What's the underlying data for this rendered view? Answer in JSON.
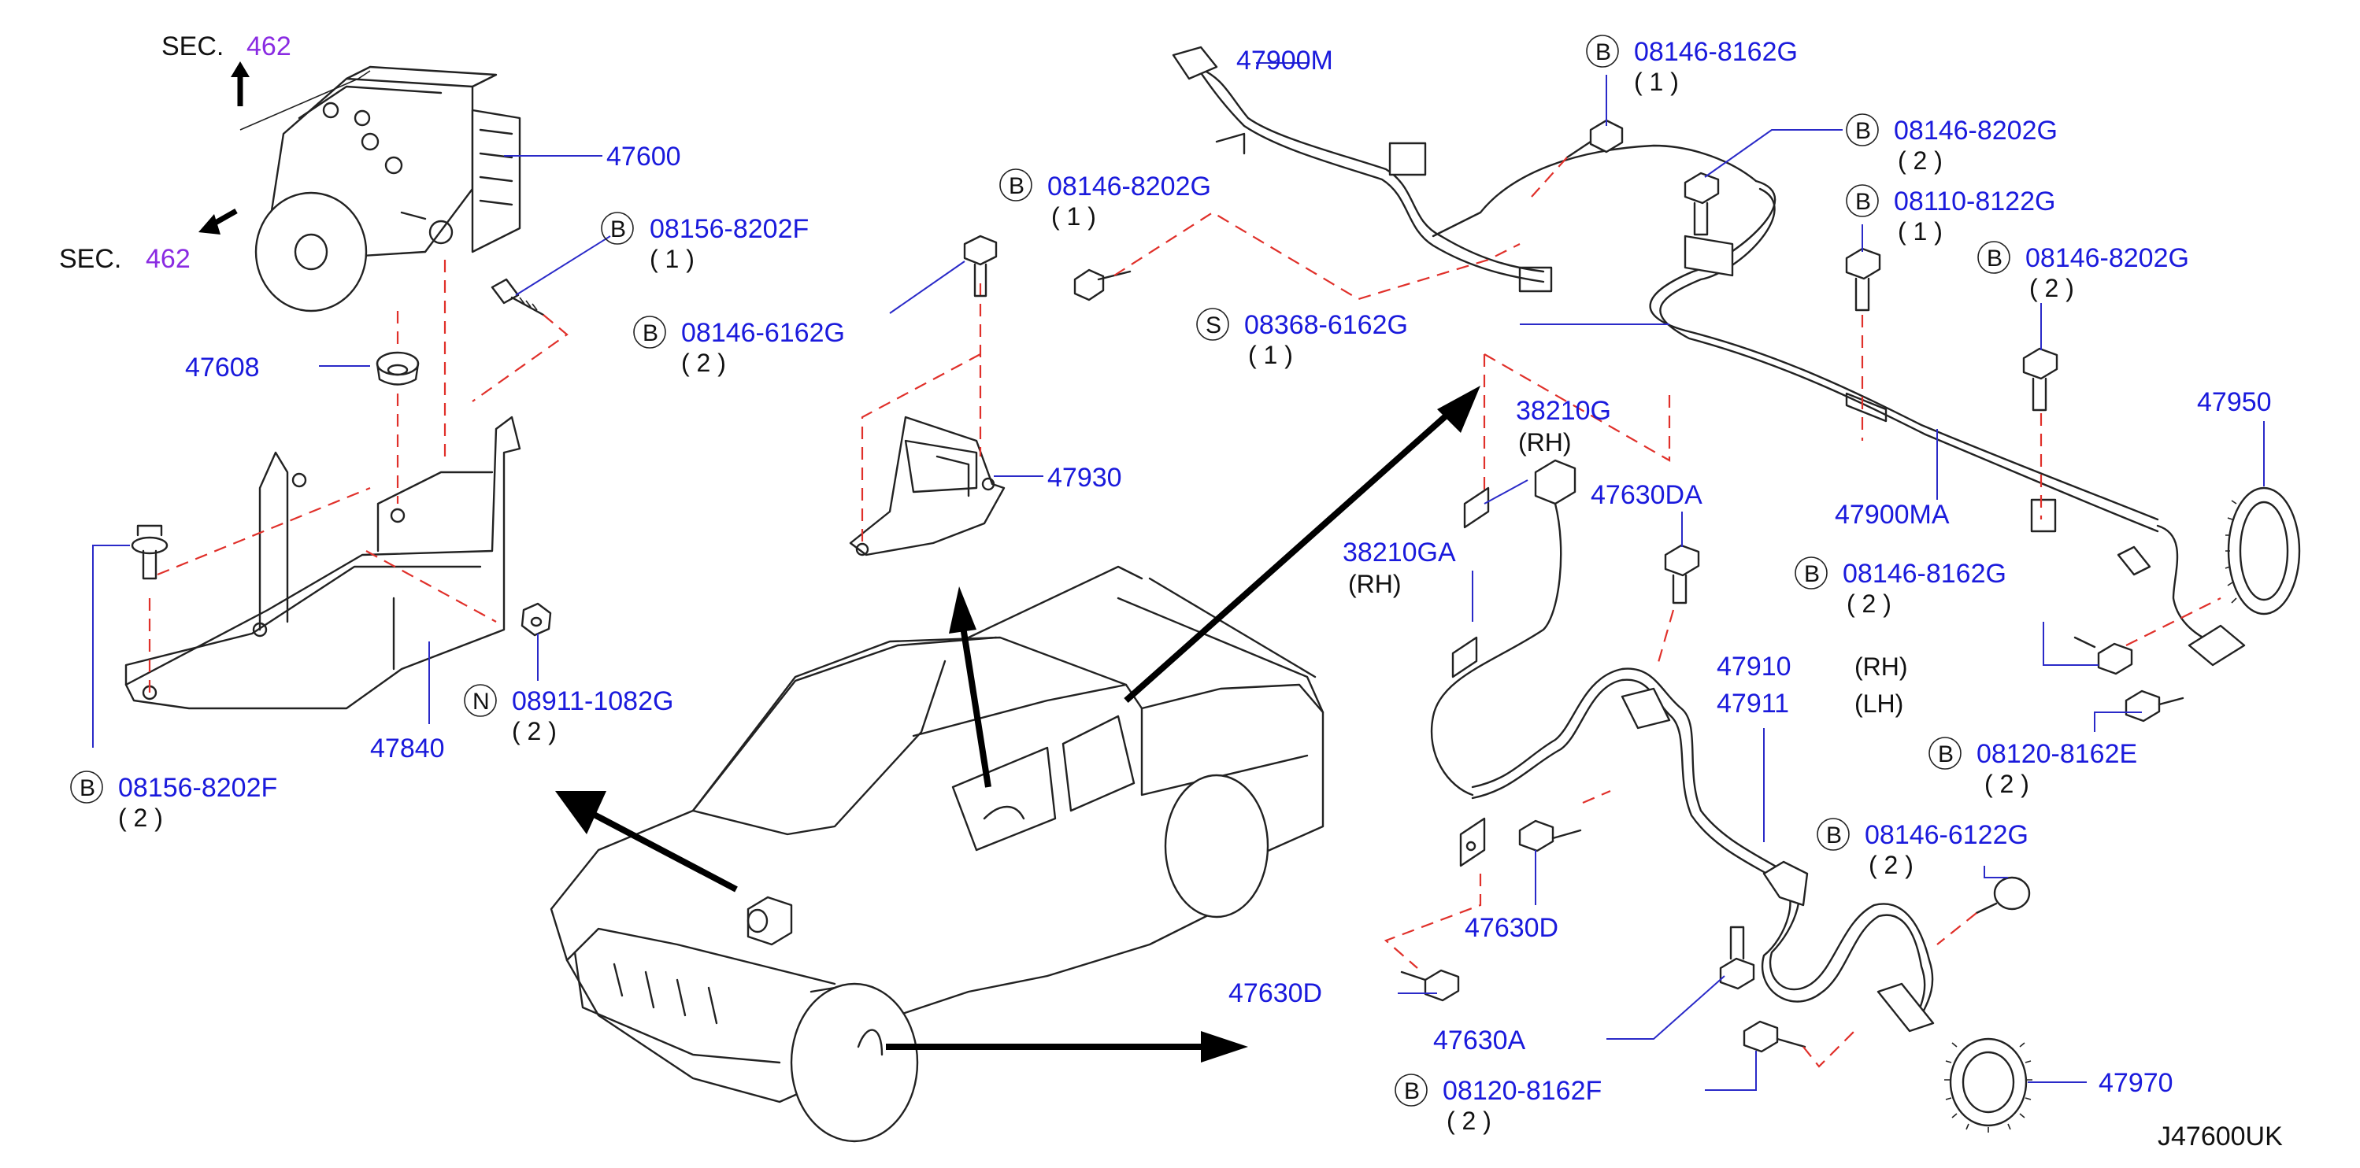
{
  "diagram_code": "J47600UK",
  "section_refs": [
    {
      "id": "sec-top",
      "prefix": "SEC.",
      "number": "462"
    },
    {
      "id": "sec-left",
      "prefix": "SEC.",
      "number": "462"
    }
  ],
  "parts": [
    {
      "id": "p47600",
      "number": "47600"
    },
    {
      "id": "p47608",
      "number": "47608"
    },
    {
      "id": "p47840",
      "number": "47840"
    },
    {
      "id": "p47930",
      "number": "47930"
    },
    {
      "id": "p47900M",
      "number": "47900M"
    },
    {
      "id": "p47900MA",
      "number": "47900MA"
    },
    {
      "id": "p47950",
      "number": "47950"
    },
    {
      "id": "p38210G",
      "number": "38210G",
      "side": "(RH)"
    },
    {
      "id": "p38210GA",
      "number": "38210GA",
      "side": "(RH)"
    },
    {
      "id": "p47630DA",
      "number": "47630DA"
    },
    {
      "id": "p47910",
      "number": "47910",
      "side": "(RH)"
    },
    {
      "id": "p47911",
      "number": "47911",
      "side": "(LH)"
    },
    {
      "id": "p47630D_a",
      "number": "47630D"
    },
    {
      "id": "p47630D_b",
      "number": "47630D"
    },
    {
      "id": "p47630A",
      "number": "47630A"
    },
    {
      "id": "p47970",
      "number": "47970"
    }
  ],
  "fasteners": [
    {
      "id": "f1",
      "type": "B",
      "number": "08156-8202F",
      "qty": "( 1 )"
    },
    {
      "id": "f2",
      "type": "B",
      "number": "08146-6162G",
      "qty": "( 2 )"
    },
    {
      "id": "f3",
      "type": "B",
      "number": "08156-8202F",
      "qty": "( 2 )"
    },
    {
      "id": "f4",
      "type": "N",
      "number": "08911-1082G",
      "qty": "( 2 )"
    },
    {
      "id": "f5",
      "type": "B",
      "number": "08146-8202G",
      "qty": "( 1 )"
    },
    {
      "id": "f6",
      "type": "S",
      "number": "08368-6162G",
      "qty": "( 1 )"
    },
    {
      "id": "f7",
      "type": "B",
      "number": "08146-8162G",
      "qty": "( 1 )"
    },
    {
      "id": "f8",
      "type": "B",
      "number": "08146-8202G",
      "qty": "( 2 )"
    },
    {
      "id": "f9",
      "type": "B",
      "number": "08110-8122G",
      "qty": "( 1 )"
    },
    {
      "id": "f10",
      "type": "B",
      "number": "08146-8202G",
      "qty": "( 2 )"
    },
    {
      "id": "f11",
      "type": "B",
      "number": "08146-8162G",
      "qty": "( 2 )"
    },
    {
      "id": "f12",
      "type": "B",
      "number": "08120-8162E",
      "qty": "( 2 )"
    },
    {
      "id": "f13",
      "type": "B",
      "number": "08146-6122G",
      "qty": "( 2 )"
    },
    {
      "id": "f14",
      "type": "B",
      "number": "08120-8162F",
      "qty": "( 2 )"
    }
  ]
}
